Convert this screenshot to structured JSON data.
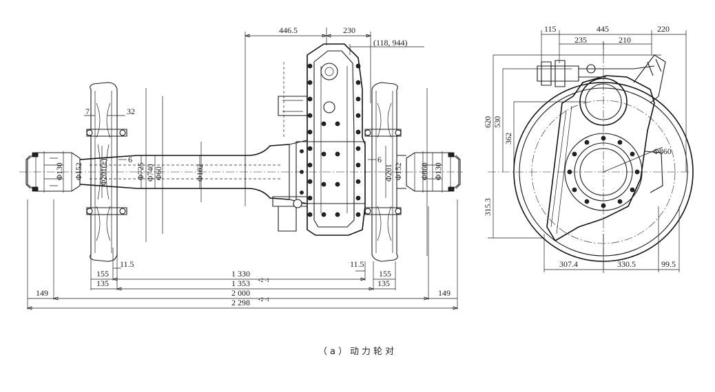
{
  "caption": "（a）动力轮对",
  "front_view": {
    "top_dims": [
      "446.5",
      "230",
      "(118, 944)"
    ],
    "small_dims": [
      "7",
      "32",
      "6",
      "6"
    ],
    "diameters": [
      "Φ130",
      "Φ152",
      "Φ201(±)",
      "Φ725",
      "Φ740",
      "Φ60",
      "Φ182",
      "Φ201",
      "Φ152",
      "Φ860",
      "Φ130"
    ],
    "bottom_dims": {
      "d_11_5_left": "11.5",
      "d_155_left": "155",
      "d_135_left": "135",
      "d_1330": "1 330",
      "d_1353": "1 353",
      "d_1353_tol": "+2\n-1",
      "d_11_5_right": "11.5",
      "d_155_right": "155",
      "d_135_right": "135",
      "d_149_left": "149",
      "d_2000": "2 000",
      "d_149_right": "149",
      "d_2298": "2 298",
      "d_2298_tol": "+2\n-1"
    }
  },
  "side_view": {
    "top_dims": [
      "115",
      "445",
      "220",
      "235",
      "210"
    ],
    "left_dims": [
      "620",
      "530",
      "362",
      "315.3"
    ],
    "diameter": "Φ860",
    "bottom_dims": [
      "307.4",
      "330.5",
      "99.5"
    ]
  }
}
